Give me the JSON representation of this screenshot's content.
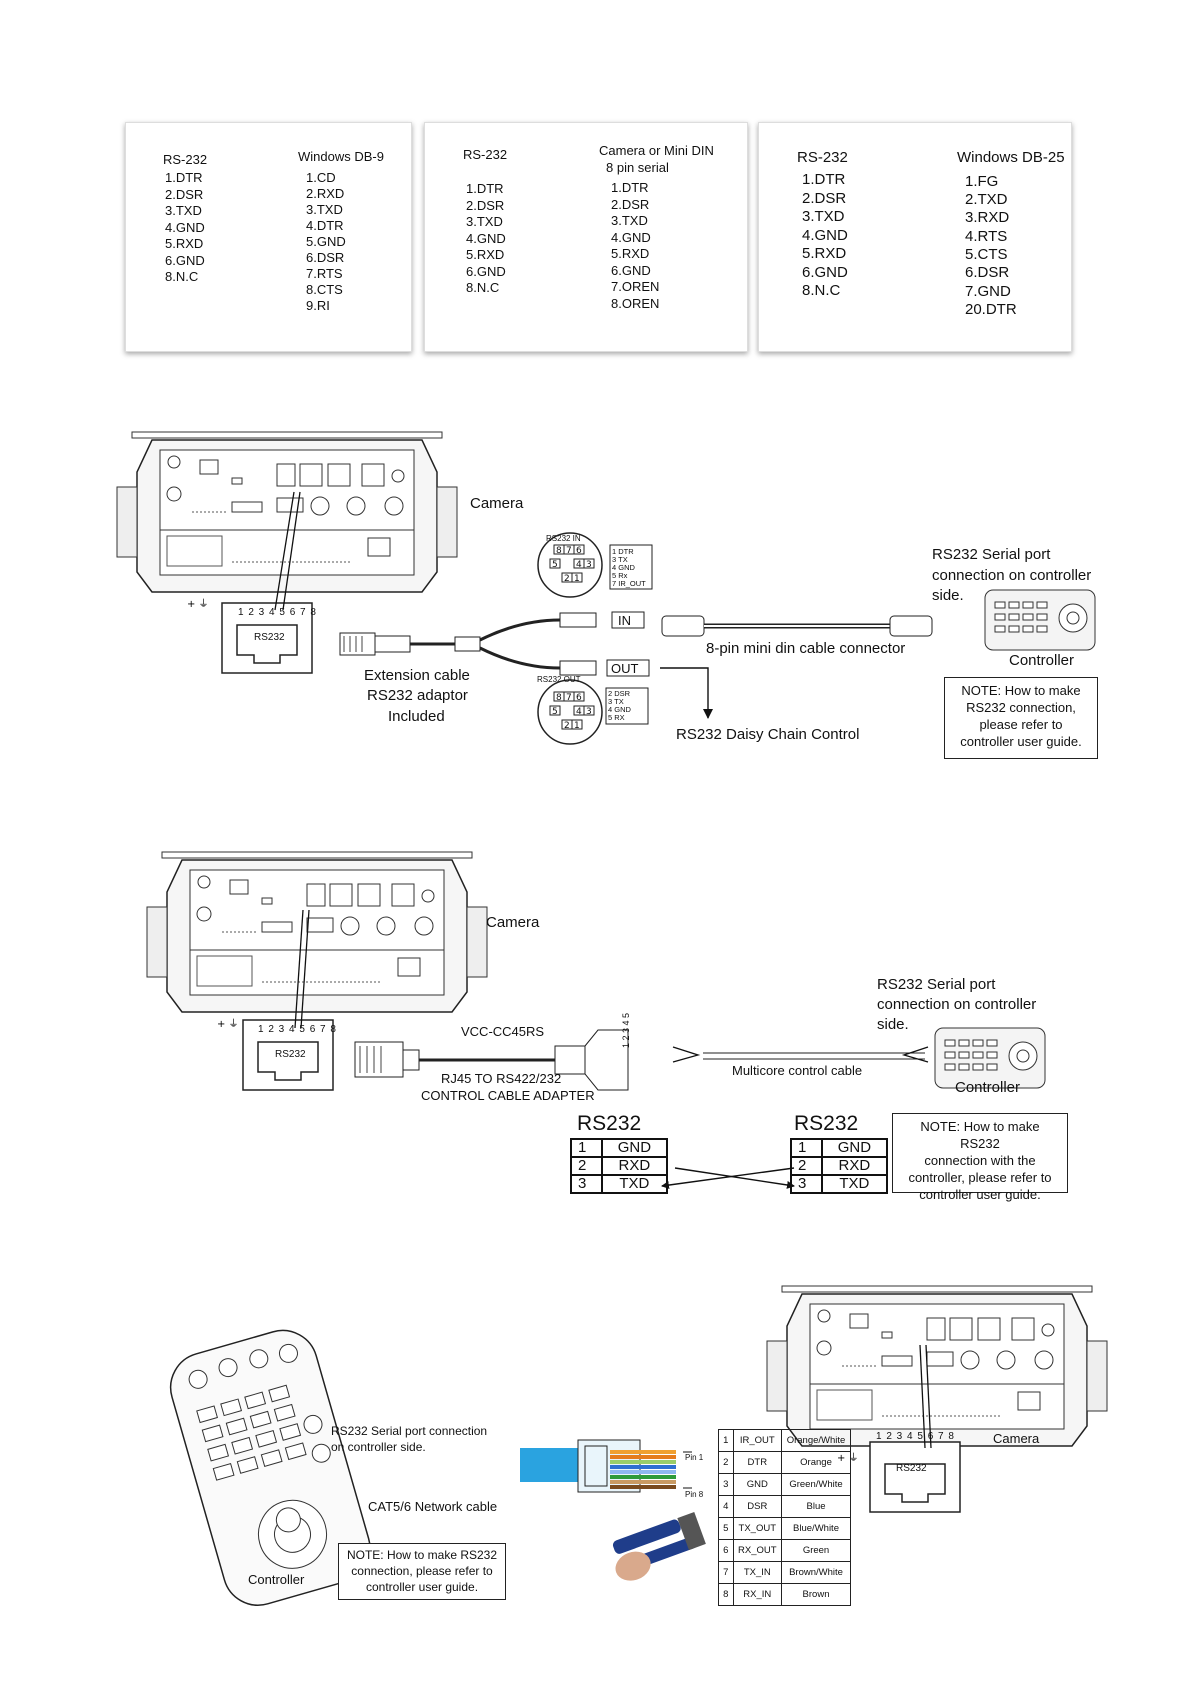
{
  "panels": [
    {
      "left_title": "RS-232",
      "right_title": "Windows DB-9",
      "left_pins": [
        "1.DTR",
        "2.DSR",
        "3.TXD",
        "4.GND",
        "5.RXD",
        "6.GND",
        "8.N.C"
      ],
      "right_pins": [
        "1.CD",
        "2.RXD",
        "3.TXD",
        "4.DTR",
        "5.GND",
        "6.DSR",
        "7.RTS",
        "8.CTS",
        "9.RI"
      ]
    },
    {
      "left_title": "RS-232",
      "right_title": "Camera or Mini DIN",
      "right_subtitle": "8 pin serial",
      "left_pins": [
        "1.DTR",
        "2.DSR",
        "3.TXD",
        "4.GND",
        "5.RXD",
        "6.GND",
        "8.N.C"
      ],
      "right_pins": [
        "1.DTR",
        "2.DSR",
        "3.TXD",
        "4.GND",
        "5.RXD",
        "6.GND",
        "7.OREN",
        "8.OREN"
      ]
    },
    {
      "left_title": "RS-232",
      "right_title": "Windows DB-25",
      "left_pins": [
        "1.DTR",
        "2.DSR",
        "3.TXD",
        "4.GND",
        "5.RXD",
        "6.GND",
        "8.N.C"
      ],
      "right_pins": [
        "1.FG",
        "2.TXD",
        "3.RXD",
        "4.RTS",
        "5.CTS",
        "6.DSR",
        "7.GND",
        "20.DTR"
      ]
    }
  ],
  "diagram1": {
    "camera_label": "Camera",
    "rj45_pins": "1 2 3 4 5 6 7 8",
    "rj45_label": "RS232",
    "ext_cable": [
      "Extension cable",
      "RS232 adaptor",
      "Included"
    ],
    "rs232_in": "RS232  IN",
    "rs232_out": "RS232  OUT",
    "in_table": [
      "1  DTR",
      "3  TX",
      "4  GND",
      "5  Rx",
      "7  IR_OUT"
    ],
    "out_table": [
      "2  DSR",
      "3  TX",
      "4  GND",
      "5  RX"
    ],
    "in_label": "IN",
    "out_label": "OUT",
    "connector_label": "8-pin mini din cable connector",
    "serial_port": [
      "RS232 Serial port",
      "connection on controller",
      "side."
    ],
    "controller_label": "Controller",
    "daisy_chain": "RS232 Daisy Chain Control",
    "note": [
      "NOTE: How to make",
      "RS232 connection,",
      "please refer to",
      "controller  user guide."
    ]
  },
  "diagram2": {
    "camera_label": "Camera",
    "rj45_pins": "1 2 3 4 5 6 7 8",
    "rj45_label": "RS232",
    "adapter_name": "VCC-CC45RS",
    "adapter_desc": [
      "RJ45 TO RS422/232",
      "CONTROL CABLE ADAPTER"
    ],
    "terminal_pins": "1 2 3 4 5",
    "multicore": "Multicore control cable",
    "serial_port": [
      "RS232 Serial port",
      "connection on controller",
      "side."
    ],
    "controller_label": "Controller",
    "left_table_title": "RS232",
    "right_table_title": "RS232",
    "left_rows": [
      [
        "1",
        "GND"
      ],
      [
        "2",
        "RXD"
      ],
      [
        "3",
        "TXD"
      ]
    ],
    "right_rows": [
      [
        "1",
        "GND"
      ],
      [
        "2",
        "RXD"
      ],
      [
        "3",
        "TXD"
      ]
    ],
    "note": [
      "NOTE: How to make RS232",
      "connection with the",
      "controller, please refer to",
      "controller user guide."
    ]
  },
  "diagram3": {
    "camera_label": "Camera",
    "serial_port": [
      "RS232 Serial port connection",
      "on controller side."
    ],
    "cable_label": "CAT5/6 Network cable",
    "controller_label": "Controller",
    "pin1": "Pin 1",
    "pin8": "Pin 8",
    "note": [
      "NOTE: How to make RS232",
      "connection, please refer to",
      "controller user guide."
    ],
    "rj45_pins": "1 2 3 4 5 6 7 8",
    "rj45_label": "RS232",
    "wiring": [
      [
        "1",
        "IR_OUT",
        "Orange/White"
      ],
      [
        "2",
        "DTR",
        "Orange"
      ],
      [
        "3",
        "GND",
        "Green/White"
      ],
      [
        "4",
        "DSR",
        "Blue"
      ],
      [
        "5",
        "TX_OUT",
        "Blue/White"
      ],
      [
        "6",
        "RX_OUT",
        "Green"
      ],
      [
        "7",
        "TX_IN",
        "Brown/White"
      ],
      [
        "8",
        "RX_IN",
        "Brown"
      ]
    ]
  }
}
